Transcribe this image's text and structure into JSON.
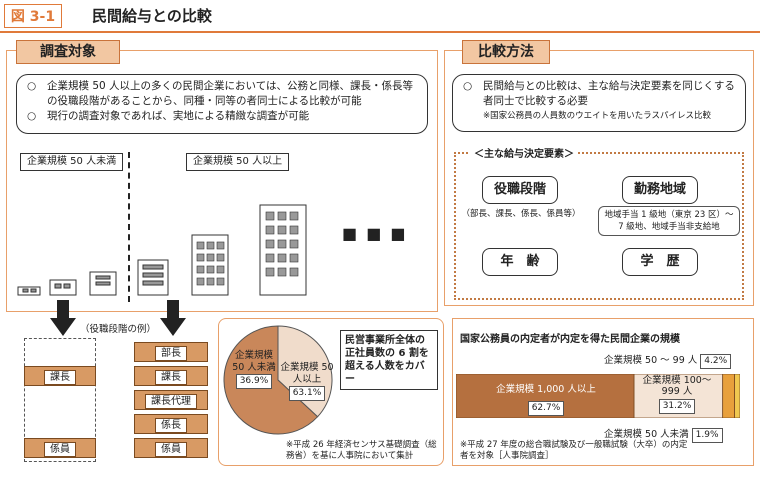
{
  "figure": {
    "label": "図 3-1",
    "title": "民間給与との比較"
  },
  "left": {
    "section_title": "調査対象",
    "notes": [
      {
        "mark": "○",
        "text": "企業規模 50 人以上の多くの民間企業においては、公務と同様、課長・係長等の役職段階があることから、同種・同等の者同士による比較が可能"
      },
      {
        "mark": "○",
        "text": "現行の調査対象であれば、実地による精緻な調査が可能"
      }
    ],
    "small_label": "企業規模 50 人未満",
    "large_label": "企業規模 50 人以上",
    "ellipsis": "■ ■ ■",
    "position_example": "（役職段階の例）",
    "small_positions": [
      "課長",
      "係員"
    ],
    "large_positions": [
      "部長",
      "課長",
      "課長代理",
      "係長",
      "係員"
    ],
    "pie_callout": "民営事業所全体の正社員数の 6 割を超える人数をカバー",
    "pie_note": "※平成 26 年経済センサス基礎調査（総務省）を基に人事院において集計",
    "pie_slices": [
      {
        "label": "企業規模 50 人未満",
        "value": 36.9,
        "display": "36.9%",
        "color": "#f0dccb"
      },
      {
        "label": "企業規模 50 人以上",
        "value": 63.1,
        "display": "63.1%",
        "color": "#c9875a"
      }
    ]
  },
  "right": {
    "section_title": "比較方法",
    "notes": [
      {
        "mark": "○",
        "text": "民間給与との比較は、主な給与決定要素を同じくする者同士で比較する必要"
      }
    ],
    "note_small": "※国家公務員の人員数のウエイトを用いたラスパイレス比較",
    "factors_title": "＜主な給与決定要素＞",
    "factors": [
      {
        "name": "役職段階",
        "sub": "（部長、課長、係長、係員等）"
      },
      {
        "name": "勤務地域",
        "sub": "地域手当 1 級地（東京 23 区）〜 7 級地、地域手当非支給地"
      },
      {
        "name": "年　齢",
        "sub": ""
      },
      {
        "name": "学　歴",
        "sub": ""
      }
    ]
  },
  "bar": {
    "title": "国家公務員の内定者が内定を得た民間企業の規模",
    "segments": [
      {
        "label": "企業規模 1,000 人以上",
        "value": 62.7,
        "display": "62.7%",
        "color": "#b5703f"
      },
      {
        "label": "企業規模 100〜999 人",
        "value": 31.2,
        "display": "31.2%",
        "color": "#f4e4d6"
      },
      {
        "label": "企業規模 50 〜 99 人",
        "value": 4.2,
        "display": "4.2%",
        "color": "#e8a03c"
      },
      {
        "label": "企業規模 50 人未満",
        "value": 1.9,
        "display": "1.9%",
        "color": "#f0c850"
      }
    ],
    "note": "※平成 27 年度の総合職試験及び一般職試験（大卒）の内定者を対象［人事院調査］"
  }
}
